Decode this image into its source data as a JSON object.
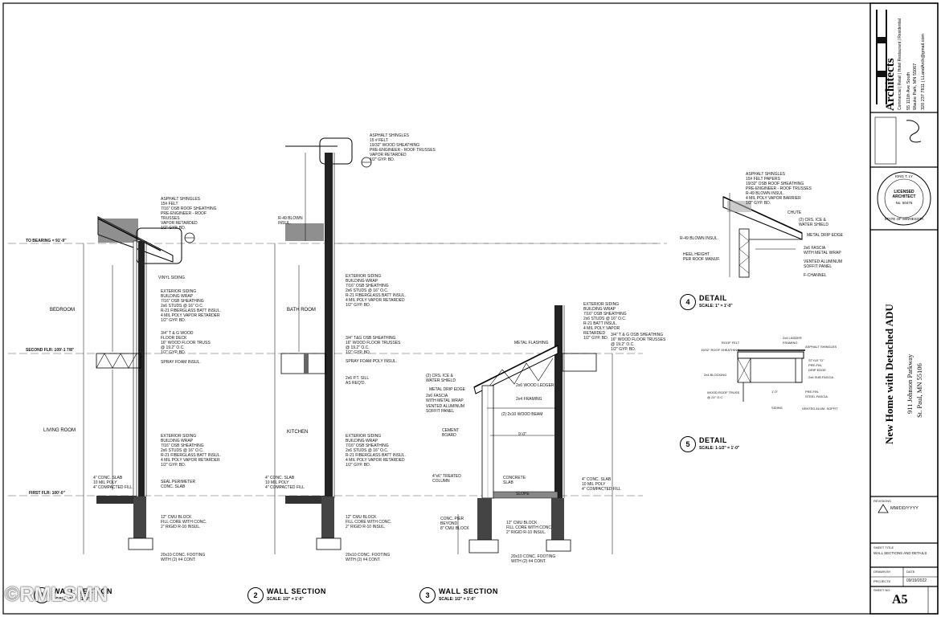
{
  "firm": {
    "name": "Architects",
    "services": "Commercial | Retail | Hotel Restaurant | Residential",
    "address1": "55 111th Ave South",
    "address2": "Wauke Park, MN 55067",
    "contact": "320 237 7811 | LLandArch@gmail.com"
  },
  "stamp": {
    "line1": "LICENSED",
    "line2": "ARCHITECT",
    "line3": "No. 50476",
    "ring_top": "KING T. LY",
    "ring_bottom": "STATE OF MINNESOTA"
  },
  "project": {
    "title": "New Home with Detached ADU",
    "address1": "911 Johnson Parkway",
    "address2": "St. Paul, MN 55106"
  },
  "revisions": {
    "label": "REVISIONS",
    "entry": "MM/DD/YYYY"
  },
  "sheet_title": {
    "label": "SHEET TITLE",
    "value": "WALL SECTIONS AND DETAILS"
  },
  "drawn_by": {
    "label1": "DRAWN BY",
    "label2": "DATE",
    "value1": "PROJECT#",
    "value2": "09/19/2022"
  },
  "sheet_no": {
    "label": "SHEET NO.",
    "value": "A5"
  },
  "sections": [
    {
      "num": "1",
      "title": "WALL SECTION",
      "scale": "SCALE: 1/2\" = 1'-0\""
    },
    {
      "num": "2",
      "title": "WALL SECTION",
      "scale": "SCALE: 1/2\" = 1'-0\""
    },
    {
      "num": "3",
      "title": "WALL SECTION",
      "scale": "SCALE: 1/2\" = 1'-0\""
    },
    {
      "num": "4",
      "title": "DETAIL",
      "scale": "SCALE: 1\" = 1'-0\""
    },
    {
      "num": "5",
      "title": "DETAIL",
      "scale": "SCALE: 1-1/2\" = 1'-0\""
    }
  ],
  "levels": {
    "top_bearing": "TO BEARING = 91'-9\"",
    "second_flr": "SECOND FLR: 109'-1 7/8\"",
    "first_flr": "FIRST FLR: 100'-0\""
  },
  "rooms": [
    "BEDROOM",
    "LIVING ROOM",
    "BATH ROOM",
    "KITCHEN"
  ],
  "notes": {
    "s1_roof": "ASPHALT SHINGLES\n15# FELT\n7/16\" OSB ROOF SHEATHING\nPRE-ENGINEER - ROOF\nTRUSSES\nVAPOR RETARDED\n1/2\" GYP. BD.",
    "s1_siding": "VINYL SIDING",
    "s1_wall": "EXTERIOR SIDING\nBUILDING WRAP\n7/16\" OSB SHEATHING\n2x6 STUDS @ 16\" O.C.\nR-21 FIBERGLASS BATT INSUL.\n4 MIL POLY VAPOR RETARDER\n1/2\" GYP. BD.",
    "s1_floor": "3/4\" T & G WOOD\nFLOOR DECK\n16\" WOOD FLOOR TRUSS\n@ 19.2\" O.C.\n1/2\" GYP. BD.",
    "s1_spray": "SPRAY FOAM INSUL.",
    "s1_wall2": "EXTERIOR SIDING\nBUILDING WRAP\n7/16\" OSB SHEATHING\n2x6 STUDS @ 16\" O.C.\nR-21 FIBERGLASS BATT INSUL.\n4 MIL POLY VAPOR RETARDER\n1/2\" GYP. BD.",
    "s1_slab": "4\" CONC. SLAB\n10 MIL POLY\n4\" COMPACTED FILL",
    "s1_perim": "SEAL PERIMETER\nCONC. SLAB",
    "s1_block": "12\" CMU BLOCK\nFILL CORE WITH CONC.\n2\" RIGID R-10 INSUL.",
    "s1_footing": "20x10 CONC. FOOTING\nWITH (2) #4 CONT.",
    "s2_roof": "ASPHALT SHINGLES\n15 # FELT\n19/32\" WOOD SHEATHING\nPRE-ENGINEER - ROOF TRUSSES\nVAPOR RETARDED\n1/2\" GYP. BD.",
    "s2_blown": "R-49 BLOWN\nINSUL.",
    "s2_wall": "EXTERIOR SIDING\nBUILDING WRAP\n7/16\" OSB SHEATHING\n2x6 STUDS @ 16\" O.C.\nR-21 FIBERGLASS BATT INSUL.\n4 MIL POLY VAPOR RETARDED\n1/2\" GYP. BD.",
    "s2_floor": "3/4\" T&G OSB SHEATHING\n16\" WOOD FLOOR TRUSSES\n@ 19.2\" O.C.\n1/2\" GYP. BD.",
    "s2_spray": "SPRAY FOAM POLY INSUL.",
    "s2_rim": "2x6 P.T. SILL\nAS REQ'D.",
    "s2_wall2": "EXTERIOR SIDING\nBUILDING WRAP\n7/16\" OSB SHEATHING\n2x6 STUDS @ 16\" O.C.\nR-21 FIBERGLASS BATT INSUL.\n4 MIL POLY VAPOR RETARDED\n1/2\" GYP. BD.",
    "s2_slab": "4\" CONC. SLAB\n10 MIL POLY\n4\" COMPACTED FILL",
    "s2_block": "12\" CMU BLOCK\nFILL CORE WITH CONC.\n2\" RIGID R-10 INSUL.",
    "s2_footing": "20x10 CONC. FOOTING\nWITH (2) #4 CONT.",
    "s3_wall": "EXTERIOR SIDING\nBUILDING WRAP\n7/16\" OSB SHEATHING\n2x6 STUDS @ 16\" O.C.\nR-21 BATT INSUL.\n4 MIL POLY VAPOR\nRETARDED\n1/2\" GYP. BD.",
    "s3_floor": "3/4\" T & G OSB SHEATHING\n16\" WOOD FLOOR TRUSSES\n@ 19.2\" O.C.\n1/2\" GYP. BD.",
    "s3_flash": "METAL FLASHING",
    "s3_ice": "(2) CRS. ICE &\nWATER SHIELD",
    "s3_drip": "METAL DRIP EDGE",
    "s3_fascia": "2x6 FASCIA\nWITH METAL WRAP",
    "s3_ledger": "2x6 WOOD LEDGER",
    "s3_framing": "2x4 FRAMING",
    "s3_soffit": "VENTED ALUMINUM\nSOFFIT PANEL",
    "s3_beam": "(2) 2x10 WOOD BEAM",
    "s3_cement": "CEMENT\nBOARD",
    "s3_column": "4\"x6\" TREATED\nCOLUMN",
    "s3_dim": "9'-0\"",
    "s3_slab": "CONCRETE\nSLAB",
    "s3_slope": "SLOPE",
    "s3_pier": "CONC. PIER\nBEYOND\n8\" CMU BLOCK",
    "s3_block": "12\" CMU BLOCK\nFILL CORE WITH CONC.\n2\" RIGID R-10 INSUL.",
    "s3_slab2": "4\" CONC. SLAB\n10 MIL POLY\n4\" COMPACTED FILL",
    "s3_footing": "20x10 CONC. FOOTING\nWITH (2) #4 CONT.",
    "d4_roof": "ASPHALT SHINGLES\n15# FELT PAPERS\n19/32\" OSB ROOF SHEATHING\nPRE-ENGINEER - ROOF TRUSSES\nR-49 BLOWN INSUL.\n4 MIL POLY VAPOR BARRIER\n1/2\" GYP. BD.",
    "d4_chute": "CHUTE",
    "d4_ice": "(2) CRS. ICE &\nWATER SHIELD",
    "d4_drip": "METAL DRIP EDGE",
    "d4_blown": "R-49 BLOWN INSUL.",
    "d4_heel": "HEEL HEIGHT\nPER ROOF MANUF.",
    "d4_fascia": "2x6 FASCIA\nWITH METAL WRAP",
    "d4_soffit": "VENTED ALUMINUM\nSOFFIT PANEL",
    "d4_channel": "F-CHANNEL",
    "d5_felt": "ROOF FELT",
    "d5_sheath": "19/32\" ROOF SHEATHING",
    "d5_ledger": "2x4 LADDER\nFRAMING",
    "d5_shingles": "ASPHALT SHINGLES",
    "d5_style": "STYLE \"D\"\nPRE-FIN.\nDRIP EDGE",
    "d5_blocking": "2x4 BLOCKING",
    "d5_sub": "2x6 SUB FASCIA",
    "d5_truss": "WOOD ROOF TRUSS\n@ 24\" O.C.",
    "d5_dim": "1'-0\"",
    "d5_prefin": "PRE-FIN.\nSTEEL FASCIA",
    "d5_siding": "SIDING",
    "d5_soffit": "VENTED ALUM. SOFFIT"
  },
  "watermark": "©RMLSMN"
}
